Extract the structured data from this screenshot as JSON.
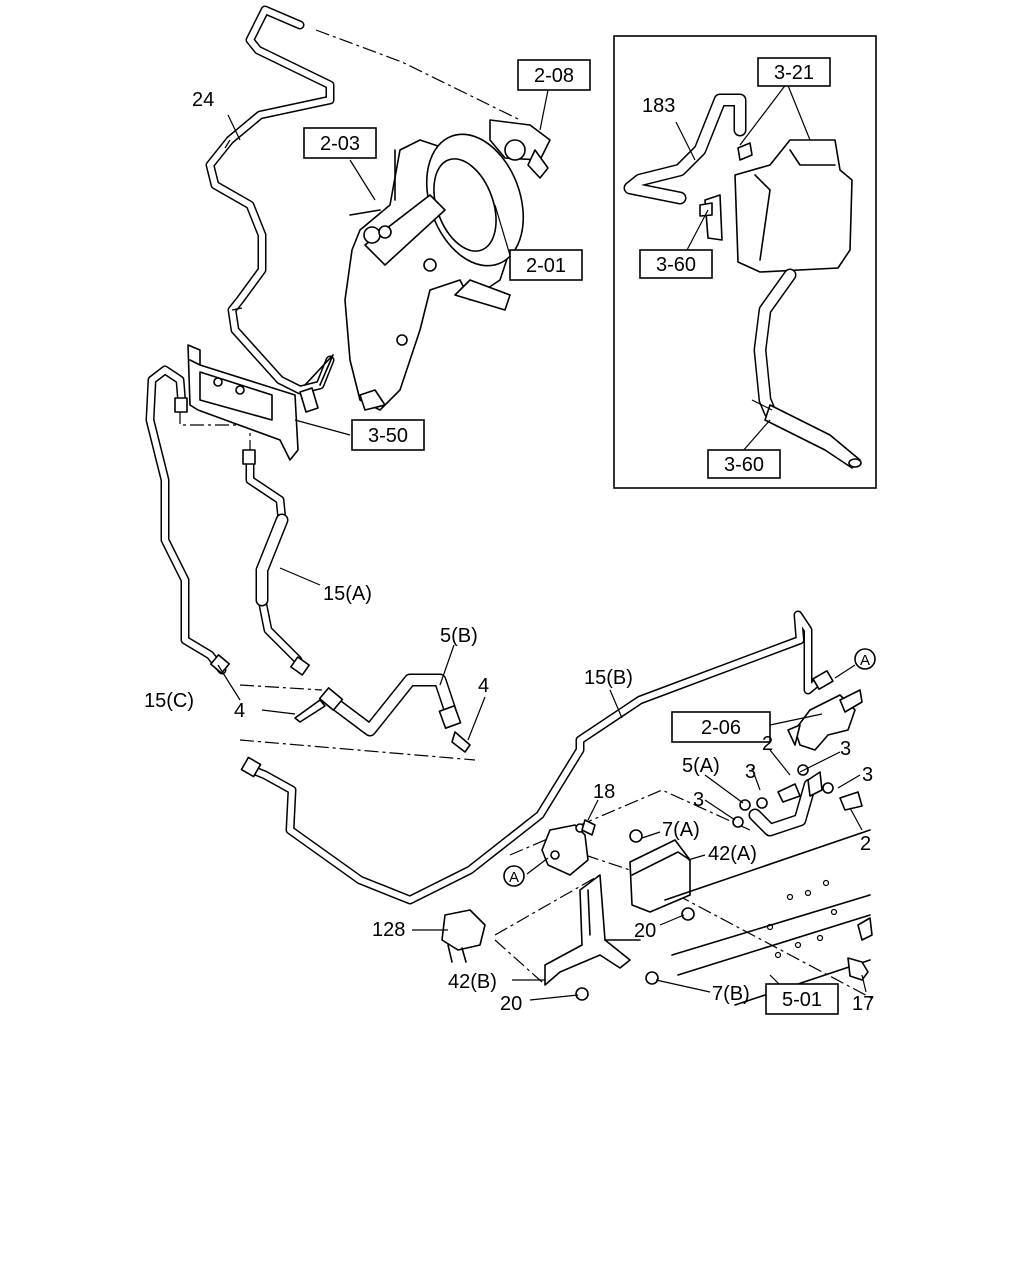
{
  "refs": {
    "r208": "2-08",
    "r203": "2-03",
    "r201": "2-01",
    "r350": "3-50",
    "r321": "3-21",
    "r360a": "3-60",
    "r360b": "3-60",
    "r206": "2-06",
    "r501": "5-01"
  },
  "labels": {
    "p24": "24",
    "p183": "183",
    "p15a": "15(A)",
    "p15b": "15(B)",
    "p15c": "15(C)",
    "p5b": "5(B)",
    "p4a": "4",
    "p4b": "4",
    "p2a": "2",
    "p2b": "2",
    "p3a": "3",
    "p3b": "3",
    "p3c": "3",
    "p3d": "3",
    "p5a": "5(A)",
    "p18": "18",
    "p7a": "7(A)",
    "p42a": "42(A)",
    "p20a": "20",
    "p128": "128",
    "p42b": "42(B)",
    "p20b": "20",
    "p7b": "7(B)",
    "p17": "17",
    "markerA1": "A",
    "markerA2": "A"
  }
}
